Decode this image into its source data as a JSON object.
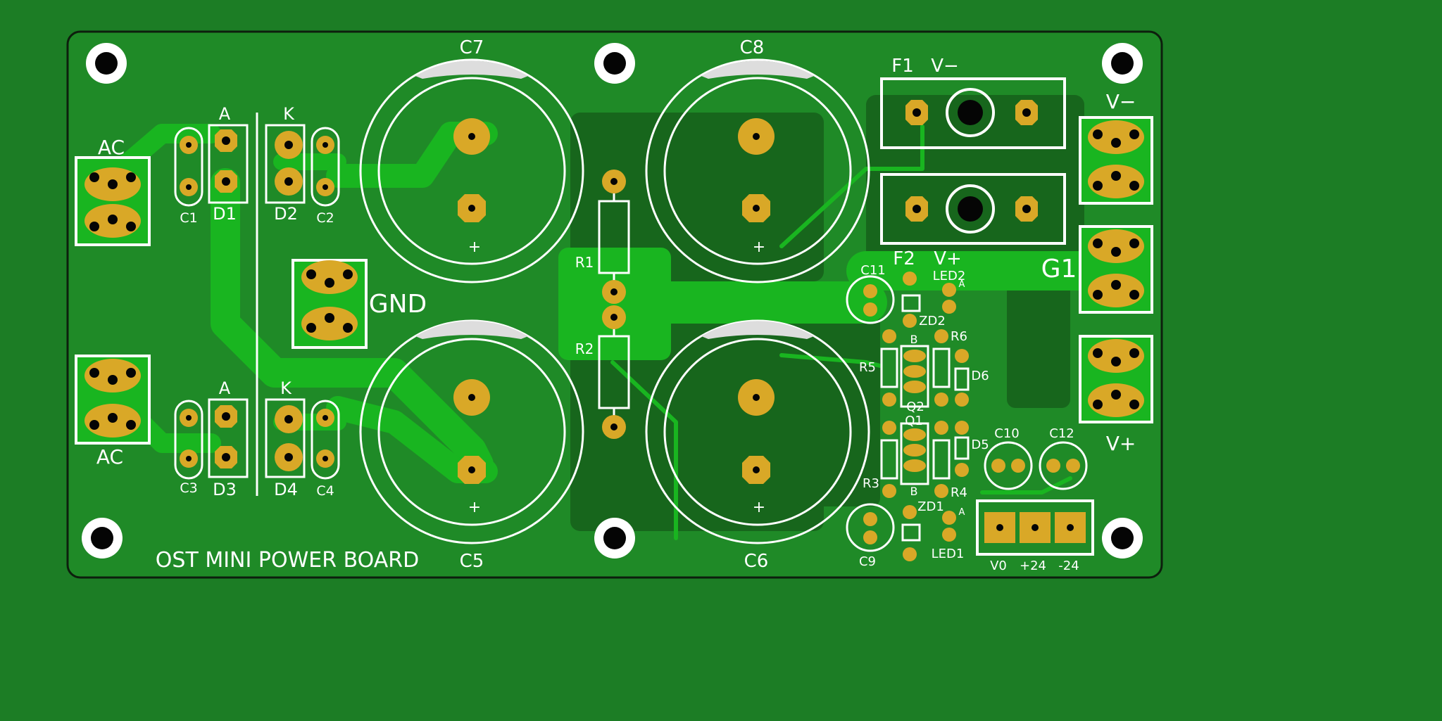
{
  "board": {
    "title": "OST MINI POWER BOARD",
    "gnd_label": "GND",
    "g1_label": "G1",
    "colors": {
      "background": "#1c7d25",
      "board": "#1f8a27",
      "copper_fill": "#17661c",
      "trace": "#19b520",
      "pad": "#d9a827",
      "silkscreen": "#ffffff",
      "hole": "#050505"
    }
  },
  "connectors": {
    "ac_top": "AC",
    "ac_bottom": "AC",
    "v_minus": "V−",
    "v_plus": "V+"
  },
  "rectifier": {
    "d1": "D1",
    "d2": "D2",
    "d3": "D3",
    "d4": "D4",
    "c1": "C1",
    "c2": "C2",
    "c3": "C3",
    "c4": "C4",
    "anode_top": "A",
    "cathode_top": "K",
    "anode_bottom": "A",
    "cathode_bottom": "K"
  },
  "capacitors": {
    "c5": "C5",
    "c6": "C6",
    "c7": "C7",
    "c8": "C8",
    "plus": "+"
  },
  "resistors_center": {
    "r1": "R1",
    "r2": "R2"
  },
  "fuses": {
    "f1": "F1",
    "f1_rail": "V−",
    "f2": "F2",
    "f2_rail": "V+"
  },
  "regulator": {
    "c9": "C9",
    "c10": "C10",
    "c11": "C11",
    "c12": "C12",
    "r3": "R3",
    "r4": "R4",
    "r5": "R5",
    "r6": "R6",
    "q1": "Q1",
    "q2": "Q2",
    "q1_base": "B",
    "q2_base": "B",
    "d5": "D5",
    "d6": "D6",
    "zd1": "ZD1",
    "zd2": "ZD2",
    "led1": "LED1",
    "led2": "LED2",
    "led_anode_1": "A",
    "led_anode_2": "A"
  },
  "output_header": {
    "pin1": "V0",
    "pin2": "+24",
    "pin3": "-24"
  }
}
